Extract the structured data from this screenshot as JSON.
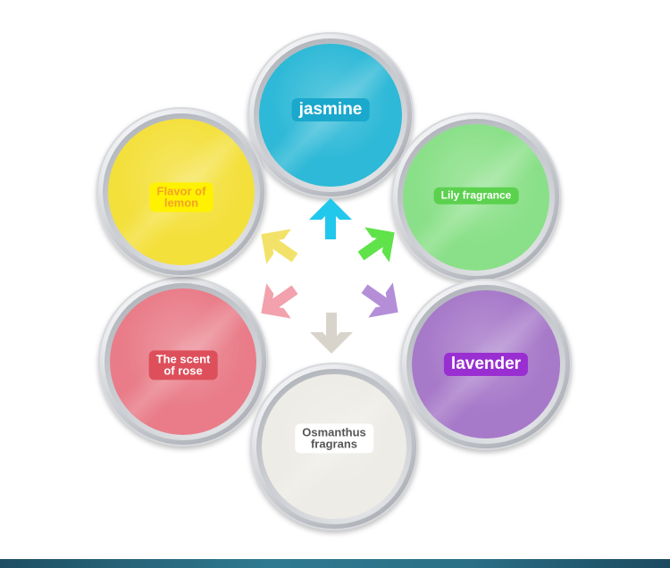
{
  "tins": [
    {
      "id": "jasmine",
      "label": "jasmine",
      "color": "#2db9d7",
      "label_bg": "#1aa8cc"
    },
    {
      "id": "lily",
      "label": "Lily fragrance",
      "color": "#8ae088",
      "label_bg": "#5bd14e"
    },
    {
      "id": "lavender",
      "label": "lavender",
      "color": "#a779c9",
      "label_bg": "#9a2fd1"
    },
    {
      "id": "osmanthus",
      "label": "Osmanthus\nfragrans",
      "color": "#eeece6",
      "label_bg": "#ffffff"
    },
    {
      "id": "rose",
      "label": "The scent\nof rose",
      "color": "#e97c88",
      "label_bg": "#dd4f5a"
    },
    {
      "id": "lemon",
      "label": "Flavor of\nlemon",
      "color": "#f4e03b",
      "label_bg": "#fff200"
    }
  ],
  "arrow_colors": {
    "jasmine": "#22c7ec",
    "lily": "#5fe24a",
    "lavender": "#b48fd8",
    "osmanthus": "#d9d4cb",
    "rose": "#f2a1ad",
    "lemon": "#f2e26a"
  }
}
